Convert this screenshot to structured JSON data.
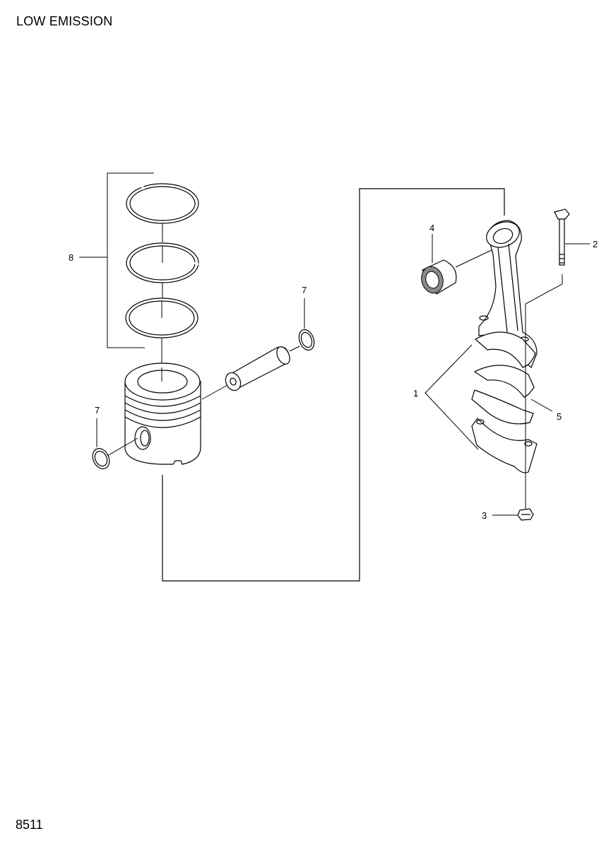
{
  "header": {
    "title": "LOW EMISSION"
  },
  "footer": {
    "page_number": "8511"
  },
  "callouts": {
    "c1": "1",
    "c2": "2",
    "c3": "3",
    "c4": "4",
    "c5": "5",
    "c7a": "7",
    "c7b": "7",
    "c8": "8"
  }
}
